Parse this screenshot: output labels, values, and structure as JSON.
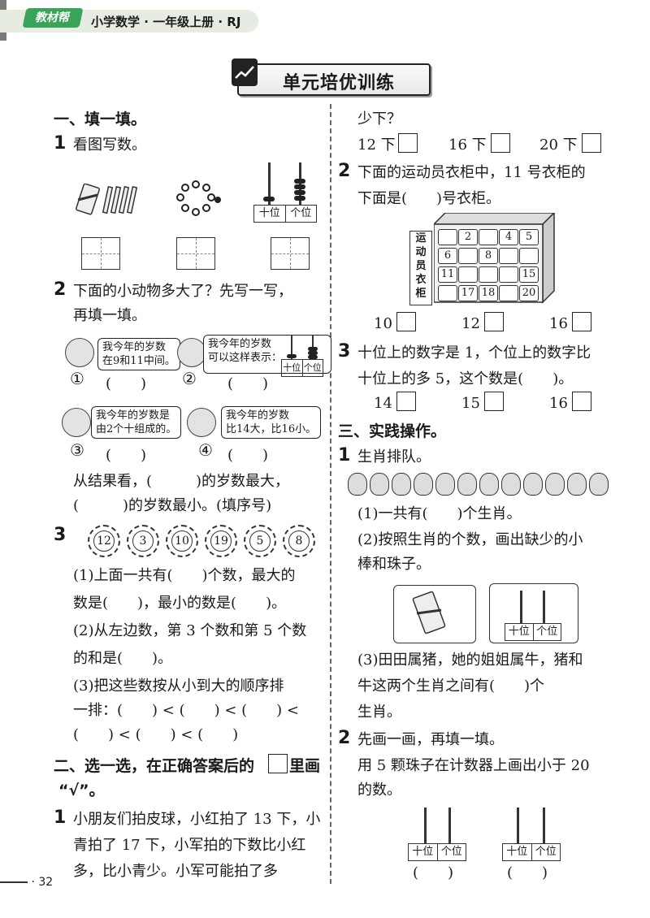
{
  "header": {
    "badge": "教材帮",
    "title": "小学数学 · 一年级上册 · RJ"
  },
  "unit_title": "单元培优训练",
  "page_number": "32",
  "left": {
    "s1_title": "一、填一填。",
    "q1_num": "1",
    "q1_text": "看图写数。",
    "abacus_labels": [
      "十位",
      "个位"
    ],
    "q2_num": "2",
    "q2_line1": "下面的小动物多大了？先写一写，",
    "q2_line2": "再填一填。",
    "bubble1": [
      "我今年的岁数",
      "在9和11中间。"
    ],
    "bubble2": [
      "我今年的岁数",
      "可以这样表示："
    ],
    "bubble3": [
      "我今年的岁数是",
      "由2个十组成的。"
    ],
    "bubble4": [
      "我今年的岁数",
      "比14大，比16小。"
    ],
    "markers": [
      "①",
      "②",
      "③",
      "④"
    ],
    "paren": "(　　)",
    "q2_result1": "从结果看，(　　　)的岁数最大，",
    "q2_result2": "(　　　)的岁数最小。(填序号)",
    "q3_num": "3",
    "flowers": [
      "12",
      "3",
      "10",
      "19",
      "5",
      "8"
    ],
    "q3_lines": [
      "(1)上面一共有(　　)个数，最大的",
      "数是(　　)，最小的数是(　　)。",
      "(2)从左边数，第 3 个数和第 5 个数",
      "的和是(　　)。",
      "(3)把这些数按从小到大的顺序排",
      "一排：(　　) < (　　) < (　　) <",
      "(　　) < (　　) < (　　)"
    ],
    "s2_title_a": "二、选一选，在正确答案后的",
    "s2_title_b": "里画",
    "s2_title_c": "“√”。",
    "q4_num": "1",
    "q4_lines": [
      "小朋友们拍皮球，小红拍了 13 下，小",
      "青拍了 17 下，小军拍的下数比小红",
      "多，比小青少。小军可能拍了多"
    ]
  },
  "right": {
    "q4_tail": "少下？",
    "q4_options": [
      "12 下",
      "16 下",
      "20 下"
    ],
    "q5_num": "2",
    "q5_line1": "下面的运动员衣柜中，11 号衣柜的",
    "q5_line2": "下面是(　　)号衣柜。",
    "cabinet_label": [
      "运",
      "动",
      "员",
      "衣",
      "柜"
    ],
    "cabinet_numbers": [
      "2",
      "4",
      "5",
      "6",
      "8",
      "11",
      "15",
      "17",
      "18",
      "20"
    ],
    "q5_options": [
      "10",
      "12",
      "16"
    ],
    "q6_num": "3",
    "q6_line1": "十位上的数字是 1，个位上的数字比",
    "q6_line2": "十位上的多 5，这个数是(　　)。",
    "q6_options": [
      "14",
      "15",
      "16"
    ],
    "s3_title": "三、实践操作。",
    "q7_num": "1",
    "q7_text": "生肖排队。",
    "q7_lines": [
      "(1)一共有(　　)个生肖。",
      "(2)按照生肖的个数，画出缺少的小",
      "棒和珠子。"
    ],
    "q7_lines2": [
      "(3)田田属猪，她的姐姐属牛，猪和",
      "牛这两个生肖之间有(　　)个",
      "生肖。"
    ],
    "q8_num": "2",
    "q8_text": "先画一画，再填一填。",
    "q8_line1": "用 5 颗珠子在计数器上画出小于 20",
    "q8_line2": "的数。",
    "paren2": "(　　)"
  }
}
